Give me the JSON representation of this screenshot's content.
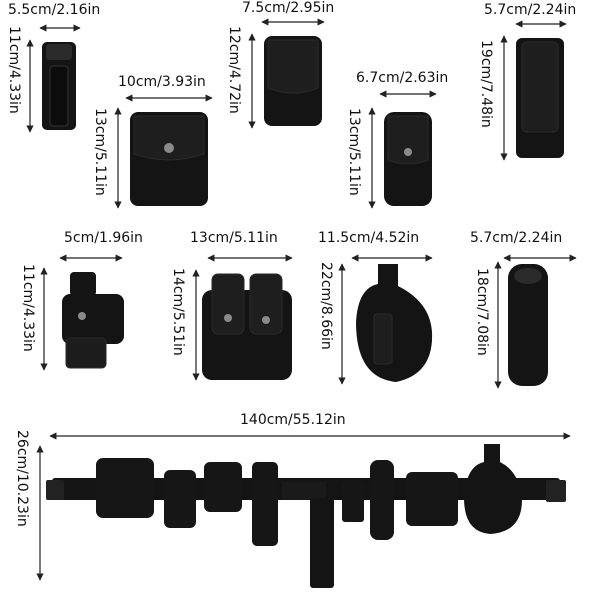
{
  "colors": {
    "pouch": "#141414",
    "pouch_edge": "#2a2a2a",
    "snap": "#8a8a8a",
    "arrow": "#222222",
    "background": "#ffffff"
  },
  "items": [
    {
      "name": "phone-pouch",
      "width": "5.5cm/2.16in",
      "height": "11cm/4.33in"
    },
    {
      "name": "handcuff-case",
      "width": "10cm/3.93in",
      "height": "13cm/5.11in"
    },
    {
      "name": "glove-pouch",
      "width": "7.5cm/2.95in",
      "height": "12cm/4.72in"
    },
    {
      "name": "flashlight-pouch",
      "width": "6.7cm/2.63in",
      "height": "13cm/5.11in"
    },
    {
      "name": "baton-holder",
      "width": "5.7cm/2.24in",
      "height": "19cm/7.48in"
    },
    {
      "name": "key-holder",
      "width": "5cm/1.96in",
      "height": "11cm/4.33in"
    },
    {
      "name": "double-mag-pouch",
      "width": "13cm/5.11in",
      "height": "14cm/5.51in"
    },
    {
      "name": "holster",
      "width": "11.5cm/4.52in",
      "height": "22cm/8.66in"
    },
    {
      "name": "spray-pouch",
      "width": "5.7cm/2.24in",
      "height": "18cm/7.08in"
    }
  ],
  "belt": {
    "length": "140cm/55.12in",
    "height": "26cm/10.23in"
  }
}
